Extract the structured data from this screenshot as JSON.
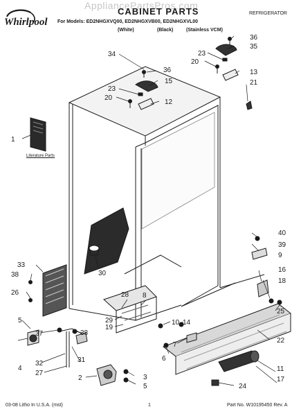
{
  "header": {
    "brand": "Whirlpool",
    "watermark": "AppliancePartsPros.com",
    "title": "CABINET PARTS",
    "category": "REFRIGERATOR",
    "models_line": "For Models: ED2NHGXVQ00, ED2NHGXVB00, ED2NHGXVL00",
    "variants": [
      "(White)",
      "(Black)",
      "(Stainless VCM)"
    ]
  },
  "diagram": {
    "literature_label": "Literature Parts",
    "callouts": {
      "c1": "1",
      "c2": "2",
      "c3": "3",
      "c4": "4",
      "c5": "5",
      "c6": "6",
      "c7": "7",
      "c8": "8",
      "c9": "9",
      "c10": "10",
      "c11": "11",
      "c12": "12",
      "c13": "13",
      "c14": "14",
      "c15": "15",
      "c16": "16",
      "c17": "17",
      "c18": "18",
      "c19": "19",
      "c20a": "20",
      "c20b": "20",
      "c21": "21",
      "c22": "22",
      "c23a": "23",
      "c23b": "23",
      "c24": "24",
      "c25": "25",
      "c26": "26",
      "c27": "27",
      "c28": "28",
      "c29": "29",
      "c30": "30",
      "c31": "31",
      "c32": "32",
      "c33": "33",
      "c34": "34",
      "c35": "35",
      "c36a": "36",
      "c36b": "36",
      "c37": "37",
      "c38a": "38",
      "c38b": "38",
      "c39": "39",
      "c40": "40"
    }
  },
  "footer": {
    "print_info": "03-08 Litho In U.S.A. (mst)",
    "page": "1",
    "part_no": "Part No. W10195450 Rev. A"
  }
}
